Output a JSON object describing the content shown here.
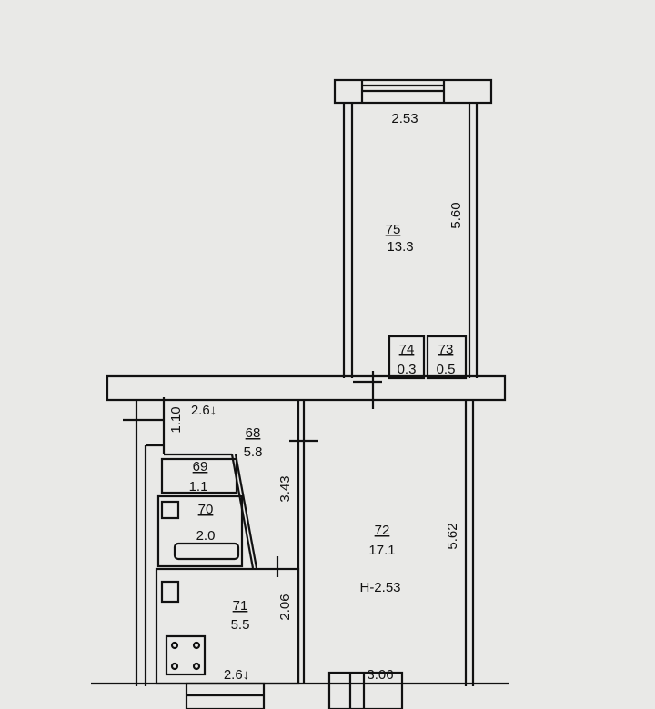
{
  "rooms": [
    {
      "number": "75",
      "area": "13.3"
    },
    {
      "number": "74",
      "area": "0.3"
    },
    {
      "number": "73",
      "area": "0.5"
    },
    {
      "number": "68",
      "area": "5.8"
    },
    {
      "number": "69",
      "area": "1.1"
    },
    {
      "number": "70",
      "area": "2.0"
    },
    {
      "number": "71",
      "area": "5.5"
    },
    {
      "number": "72",
      "area": "17.1"
    }
  ],
  "dimensions": {
    "room75_width": "2.53",
    "room75_length": "5.60",
    "room68_width": "2.6↓",
    "room68_door": "1.10",
    "room68_length": "3.43",
    "room71_length": "2.06",
    "room71_width": "2.6↓",
    "room72_length": "5.62",
    "room72_width": "3.06",
    "ceiling_height": "H-2.53"
  }
}
